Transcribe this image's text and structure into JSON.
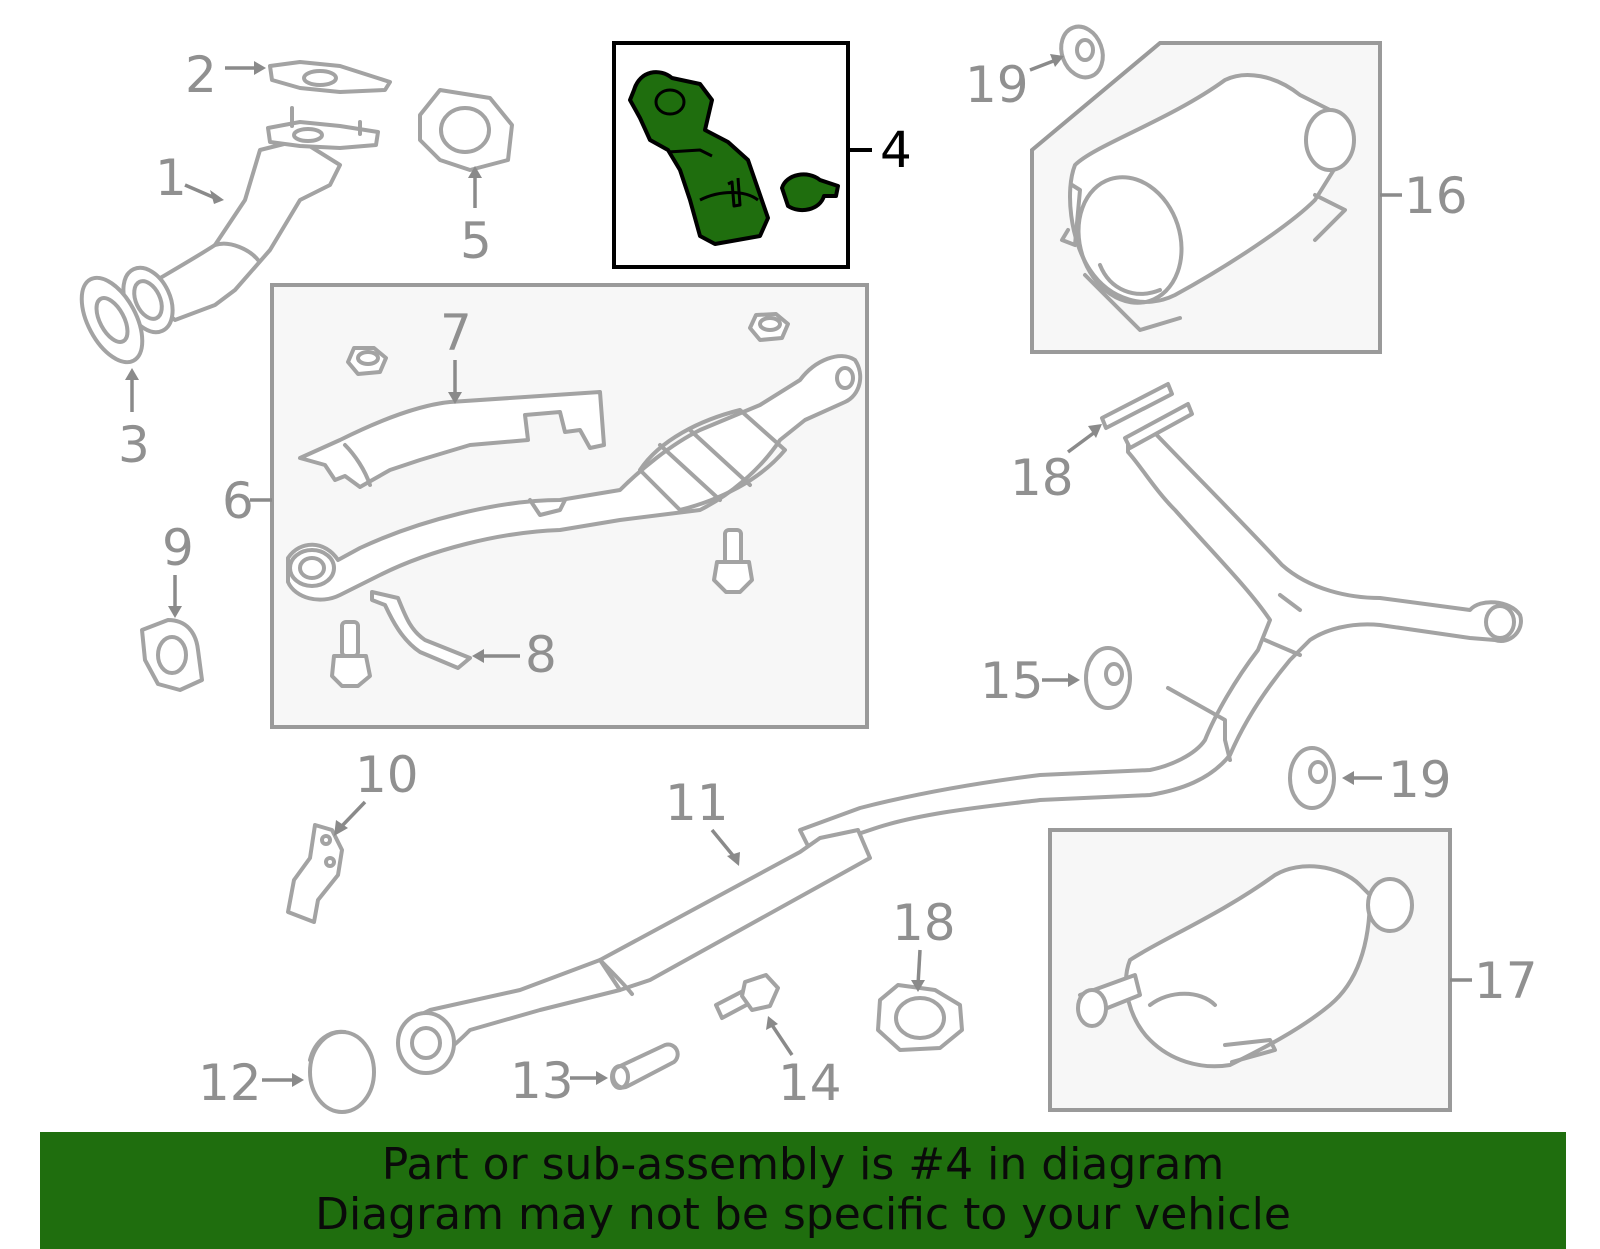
{
  "diagram": {
    "highlighted_part": "4",
    "highlight_color": "#1f6e0e",
    "callouts": [
      "1",
      "2",
      "3",
      "4",
      "5",
      "6",
      "7",
      "8",
      "9",
      "10",
      "11",
      "12",
      "13",
      "14",
      "15",
      "16",
      "17",
      "18",
      "18",
      "19",
      "19"
    ]
  },
  "labels": {
    "p1": "1",
    "p2": "2",
    "p3": "3",
    "p4": "4",
    "p5": "5",
    "p6": "6",
    "p7": "7",
    "p8": "8",
    "p9": "9",
    "p10": "10",
    "p11": "11",
    "p12": "12",
    "p13": "13",
    "p14": "14",
    "p15": "15",
    "p16": "16",
    "p17": "17",
    "p18a": "18",
    "p18b": "18",
    "p19a": "19",
    "p19b": "19"
  },
  "footer": {
    "line1": "Part or sub-assembly is #4 in diagram",
    "line2": "Diagram may not be specific to your vehicle",
    "background": "#1f6e0e"
  }
}
